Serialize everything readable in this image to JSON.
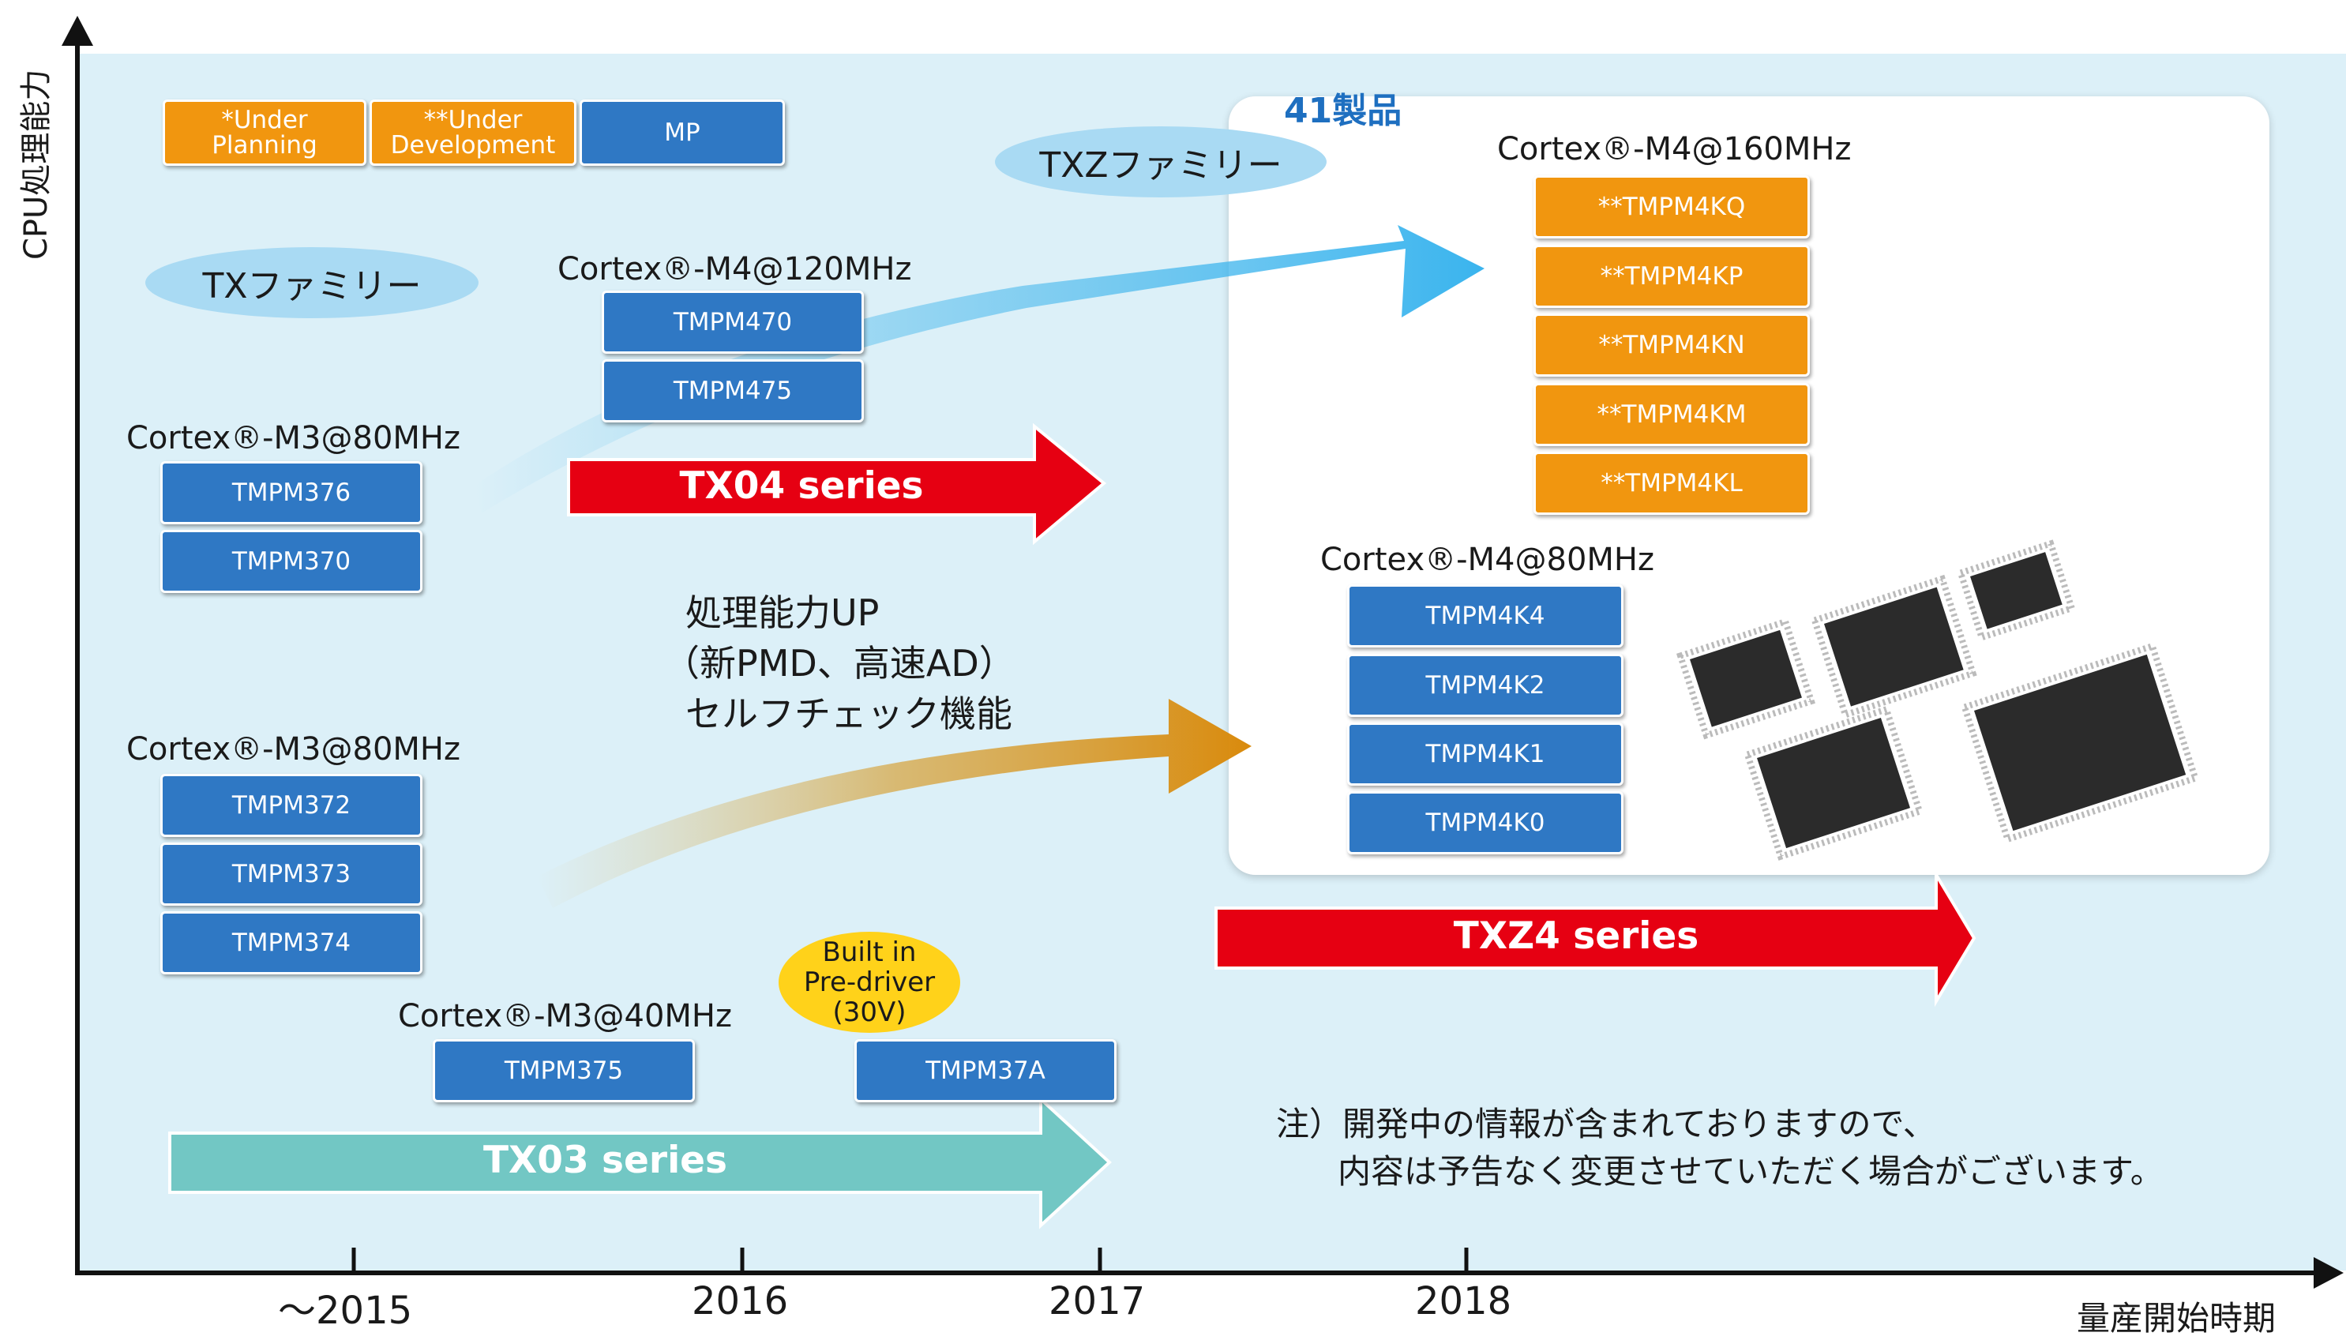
{
  "legend": {
    "under_planning": "*Under Planning",
    "under_development": "**Under Development",
    "mp": "MP"
  },
  "families": {
    "tx": "TXファミリー",
    "txz": "TXZファミリー"
  },
  "product_count": "41製品",
  "groups": {
    "m4_160": {
      "label": "Cortex®-M4@160MHz",
      "chips": [
        "**TMPM4KQ",
        "**TMPM4KP",
        "**TMPM4KN",
        "**TMPM4KM",
        "**TMPM4KL"
      ]
    },
    "m4_120": {
      "label": "Cortex®-M4@120MHz",
      "chips": [
        "TMPM470",
        "TMPM475"
      ]
    },
    "m3_80_a": {
      "label": "Cortex®-M3@80MHz",
      "chips": [
        "TMPM376",
        "TMPM370"
      ]
    },
    "m4_80": {
      "label": "Cortex®-M4@80MHz",
      "chips": [
        "TMPM4K4",
        "TMPM4K2",
        "TMPM4K1",
        "TMPM4K0"
      ]
    },
    "m3_80_b": {
      "label": "Cortex®-M3@80MHz",
      "chips": [
        "TMPM372",
        "TMPM373",
        "TMPM374"
      ]
    },
    "m3_40": {
      "label": "Cortex®-M3@40MHz",
      "chips": [
        "TMPM375"
      ]
    },
    "predriver": {
      "badge": "Built in Pre-driver (30V)",
      "chips": [
        "TMPM37A"
      ]
    }
  },
  "series": {
    "tx04": "TX04 series",
    "txz4": "TXZ4 series",
    "tx03": "TX03 series"
  },
  "features": [
    "処理能力UP",
    "（新PMD、高速AD）",
    "セルフチェック機能"
  ],
  "note": [
    "注）開発中の情報が含まれておりますので、",
    "内容は予告なく変更させていただく場合がございます。"
  ],
  "axes": {
    "y_title": "CPU処理能力",
    "x_title": "量産開始時期",
    "years": [
      "～2015",
      "2016",
      "2017",
      "2018"
    ]
  },
  "colors": {
    "mp": "#2f78c4",
    "planning": "#f1960f",
    "series_red": "#e60012",
    "series_teal": "#72c7c4",
    "plot_bg": "#dcf0f8"
  }
}
